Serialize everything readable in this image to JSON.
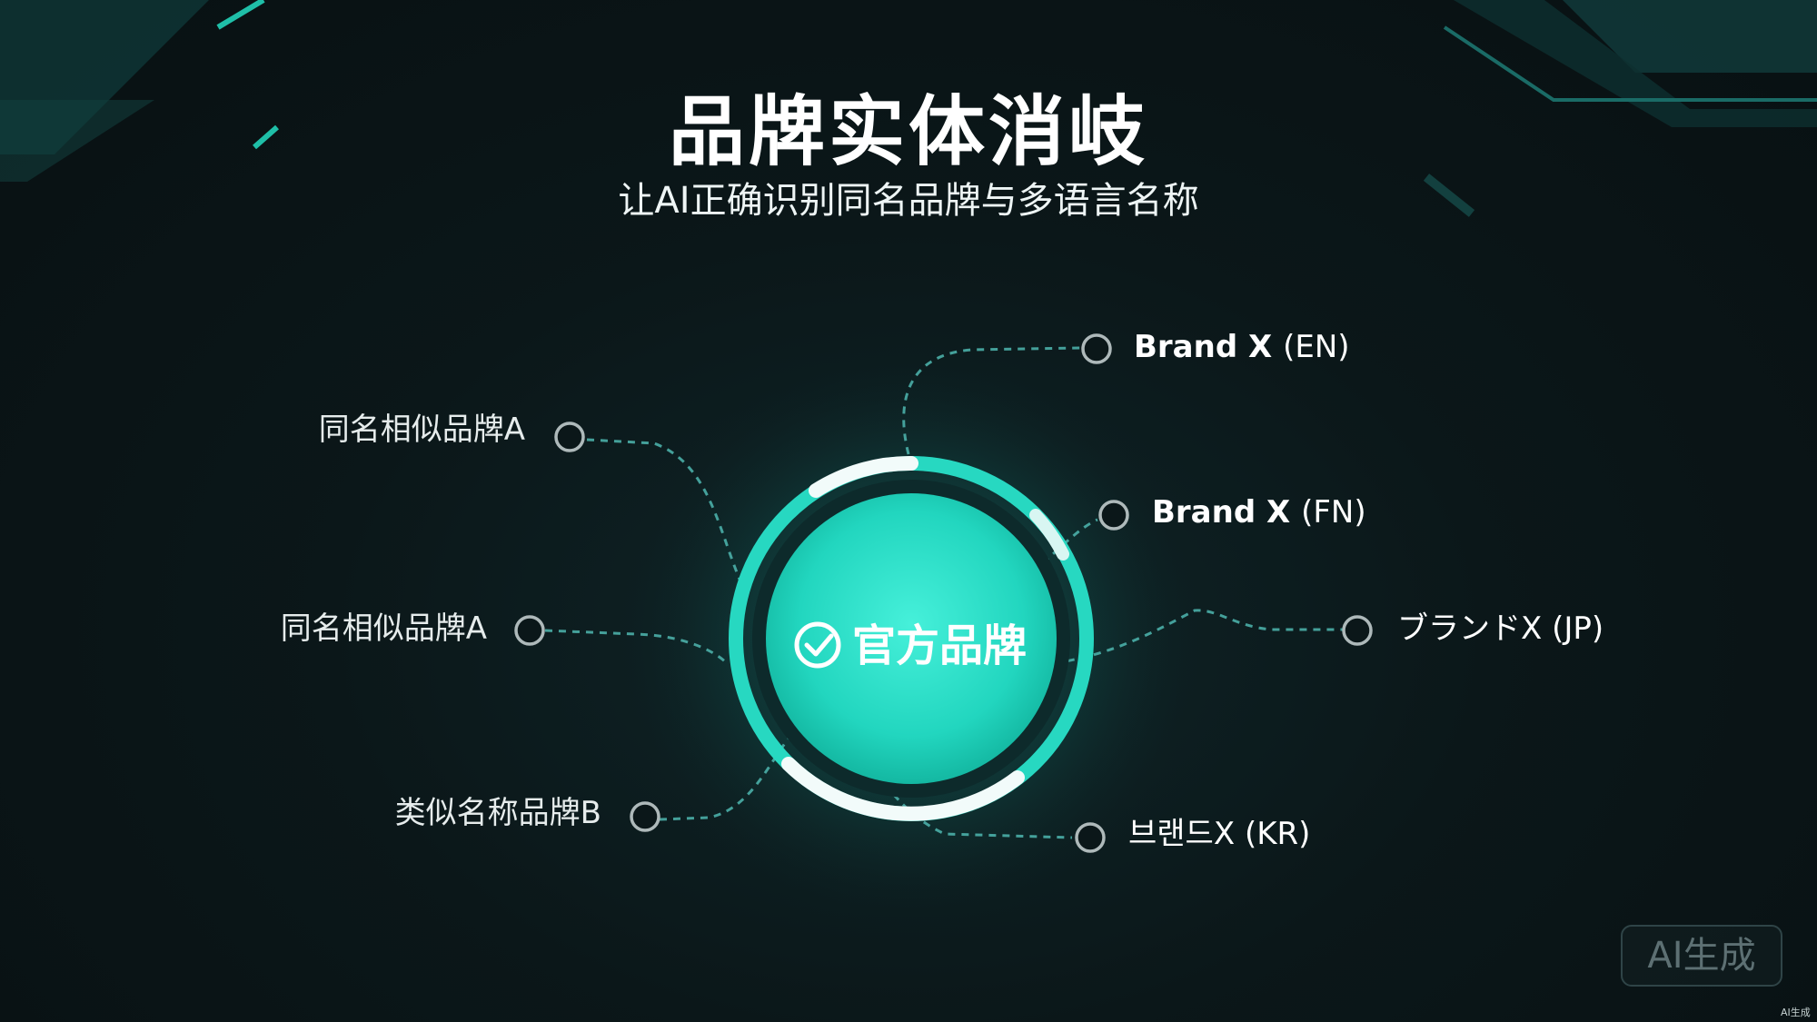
{
  "header": {
    "title": "品牌实体消岐",
    "subtitle": "让AI正确识别同名品牌与多语言名称"
  },
  "center": {
    "label": "官方品牌",
    "icon": "check-circle-icon"
  },
  "left_nodes": [
    {
      "label": "同名相似品牌A"
    },
    {
      "label": "同名相似品牌A"
    },
    {
      "label": "类似名称品牌B"
    }
  ],
  "right_nodes": [
    {
      "bold": "Brand X",
      "suffix": "(EN)"
    },
    {
      "bold": "Brand X",
      "suffix": "(FN)"
    },
    {
      "text": "ブランドX (JP)"
    },
    {
      "text": "브랜드X (KR)"
    }
  ],
  "badge": {
    "label": "AI生成"
  },
  "corner_tag": {
    "label": "AI生成"
  },
  "colors": {
    "accent": "#2fe0c8",
    "ring_white": "#f2fbfa",
    "background": "#0a1518",
    "dashed_line": "#4fb7b0"
  }
}
